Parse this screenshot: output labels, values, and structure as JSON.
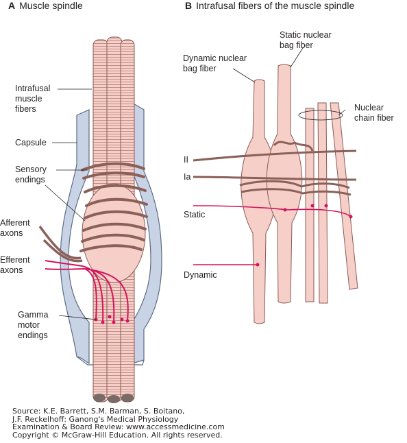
{
  "panel_a": {
    "letter": "A",
    "title": "Muscle spindle",
    "labels": {
      "intrafusal": "Intrafusal\nmuscle\nfibers",
      "capsule": "Capsule",
      "sensory": "Sensory\nendings",
      "afferent": "Afferent\naxons",
      "efferent": "Efferent\naxons",
      "gamma": "Gamma\nmotor\nendings"
    }
  },
  "panel_b": {
    "letter": "B",
    "title": "Intrafusal fibers of the muscle spindle",
    "labels": {
      "static_bag": "Static nuclear\nbag fiber",
      "dynamic_bag": "Dynamic nuclear\nbag fiber",
      "chain": "Nuclear\nchain fiber",
      "ii": "II",
      "ia": "Ia",
      "static": "Static",
      "dynamic": "Dynamic"
    }
  },
  "source": "Source: K.E. Barrett, S.M. Barman, S. Boitano,\nJ.F. Reckelhoff: Ganong's Medical Physiology\nExamination & Board Review: www.accessmedicine.com\nCopyright © McGraw-Hill Education. All rights reserved.",
  "colors": {
    "fiber": "#f6cfc8",
    "fiber_stroke": "#8a5a55",
    "capsule": "#c9d3e6",
    "nerve": "#b89088",
    "motor": "#d6125a"
  }
}
